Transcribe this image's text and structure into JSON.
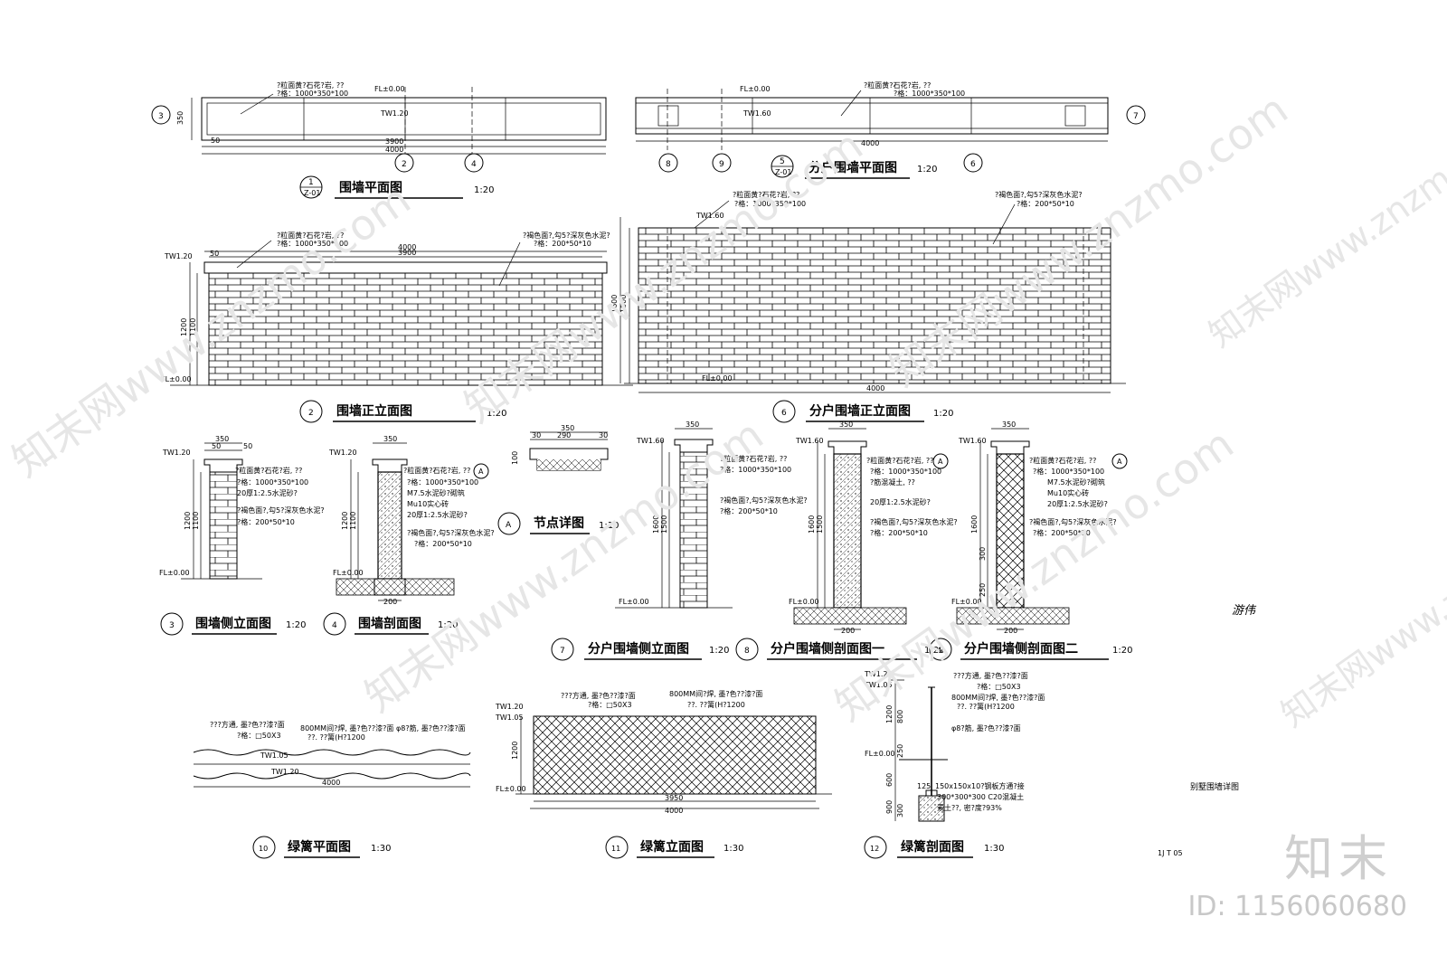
{
  "watermark": {
    "text": "知末网www.znzmo.com",
    "brand": "知末",
    "id": "ID: 1156060680"
  },
  "sheet": {
    "caption": "别墅围墙详图",
    "page_no": "1J T 05",
    "sign": "游伟"
  },
  "views": {
    "v1": {
      "num": "1",
      "sub": "Z-01",
      "title": "围墙平面图",
      "scale": "1:20"
    },
    "v2": {
      "num": "2",
      "title": "围墙正立面图",
      "scale": "1:20"
    },
    "v3": {
      "num": "3",
      "title": "围墙侧立面图",
      "scale": "1:20"
    },
    "v4": {
      "num": "4",
      "title": "围墙剖面图",
      "scale": "1:20"
    },
    "v5": {
      "num": "5",
      "sub": "Z-01",
      "title": "分户围墙平面图",
      "scale": "1:20"
    },
    "v6": {
      "num": "6",
      "title": "分户围墙正立面图",
      "scale": "1:20"
    },
    "v7": {
      "num": "7",
      "title": "分户围墙侧立面图",
      "scale": "1:20"
    },
    "v8": {
      "num": "8",
      "title": "分户围墙侧剖面图一",
      "scale": "1:20"
    },
    "v9": {
      "num": "9",
      "title": "分户围墙侧剖面图二",
      "scale": "1:20"
    },
    "vA": {
      "num": "A",
      "title": "节点详图",
      "scale": "1:10"
    },
    "v10": {
      "num": "10",
      "title": "绿篱平面图",
      "scale": "1:30"
    },
    "v11": {
      "num": "11",
      "title": "绿篱立面图",
      "scale": "1:30"
    },
    "v12": {
      "num": "12",
      "title": "绿篱剖面图",
      "scale": "1:30"
    }
  },
  "notes": {
    "cap1": "?粒面黄?石花?岩, ??",
    "cap2": "?格：1000*350*100",
    "brick1": "?褐色面?,勾5?深灰色水泥?",
    "brick2": "?格：200*50*10",
    "mortar": "20厚1:2.5水泥砂?",
    "m75": "M7.5水泥砂?砌筑",
    "mu10": "Mu10实心砖",
    "concrete": "?筋混凝土, ??",
    "hedge1": "???方通, 墨?色??漆?面",
    "hedge2": "?格：□50X3",
    "hedge3": "800MM间?焊, 墨?色??漆?面",
    "hedge4": "??. ??篱(H?1200",
    "hedge5": "φ8?筋, 墨?色??漆?面",
    "found1": "150x150x10?钢板方通?接",
    "found2": "300*300*300 C20混凝土",
    "found3": "素土??, 密?度?93%"
  },
  "levels": {
    "fl": "FL±0.00",
    "tw120": "TW1.20",
    "tw160": "TW1.60",
    "tw105": "TW1.05"
  },
  "dims": {
    "d4000": "4000",
    "d3900": "3900",
    "d3950": "3950",
    "d50": "50",
    "d350": "350",
    "d1200": "1200",
    "d1100": "1100",
    "d1600": "1600",
    "d1500": "1500",
    "d200": "200",
    "d290": "290",
    "d30": "30",
    "d100": "100",
    "d800": "800",
    "d250": "250",
    "d600": "600",
    "d900": "900",
    "d300": "300",
    "d125": "125"
  }
}
